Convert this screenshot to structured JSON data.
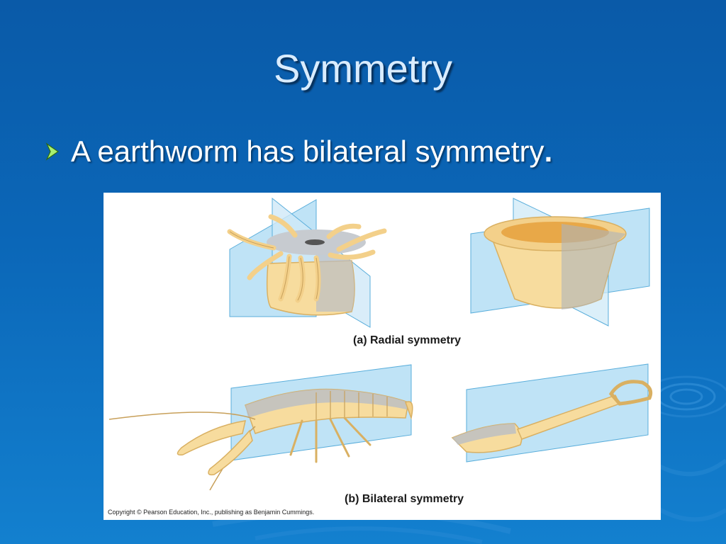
{
  "slide": {
    "title": "Symmetry",
    "bullet": {
      "text": "A earthworm has bilateral symmetry",
      "end": "."
    }
  },
  "figure": {
    "radial_label": "(a) Radial symmetry",
    "bilateral_label": "(b) Bilateral symmetry",
    "copyright": "Copyright © Pearson Education, Inc., publishing as Benjamin Cummings."
  },
  "colors": {
    "background": "#0b67b8",
    "title": "#d9ecff",
    "bullet_arrow": "#a8f070",
    "plane": "#bfe3f6",
    "organism": "#f7dc9e"
  },
  "icons": [
    "arrow-bullet-icon"
  ]
}
